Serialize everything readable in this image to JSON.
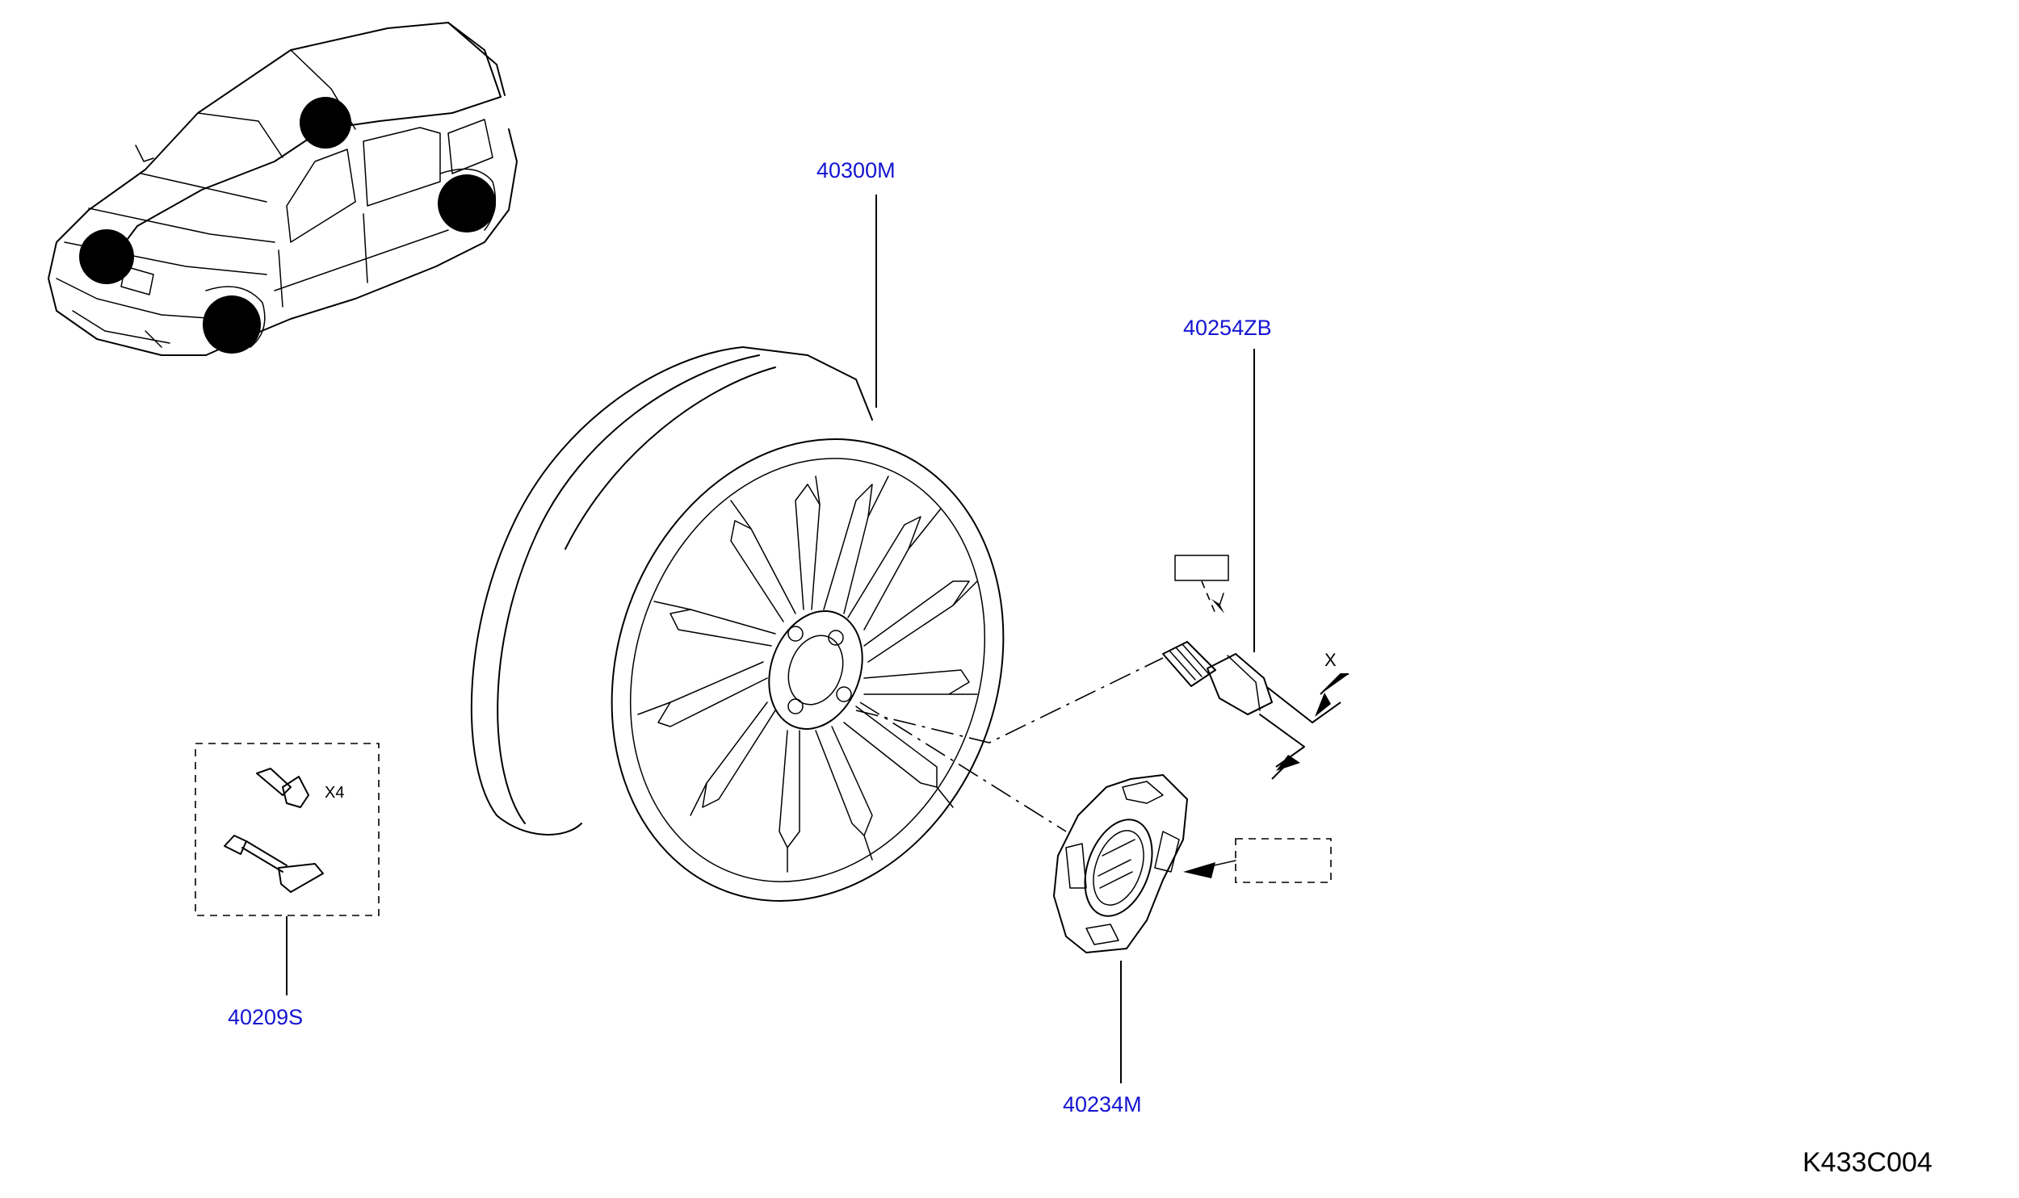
{
  "diagram_code": "K433C004",
  "parts": [
    {
      "id": "wheel",
      "label": "40300M"
    },
    {
      "id": "valve",
      "label": "40254ZB"
    },
    {
      "id": "lock-kit",
      "label": "40209S"
    },
    {
      "id": "center-cap",
      "label": "40234M"
    }
  ],
  "annotations": {
    "quantity": "X4",
    "dimension": "X"
  }
}
